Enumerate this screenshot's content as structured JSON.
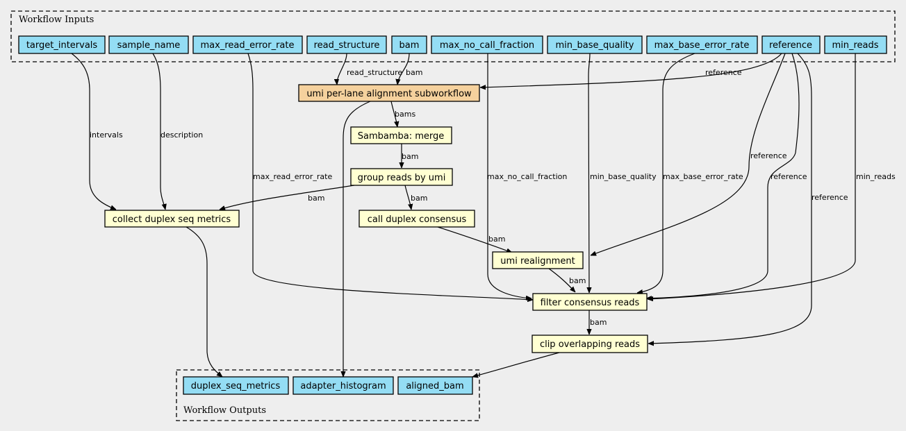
{
  "clusters": {
    "inputs": "Workflow Inputs",
    "outputs": "Workflow Outputs"
  },
  "inputs": {
    "target_intervals": "target_intervals",
    "sample_name": "sample_name",
    "max_read_error_rate": "max_read_error_rate",
    "read_structure": "read_structure",
    "bam": "bam",
    "max_no_call_fraction": "max_no_call_fraction",
    "min_base_quality": "min_base_quality",
    "max_base_error_rate": "max_base_error_rate",
    "reference": "reference",
    "min_reads": "min_reads"
  },
  "steps": {
    "umi_per_lane": "umi per-lane alignment subworkflow",
    "sambamba_merge": "Sambamba: merge",
    "group_reads": "group reads by umi",
    "call_duplex": "call duplex consensus",
    "collect_metrics": "collect duplex seq metrics",
    "umi_realignment": "umi realignment",
    "filter_consensus": "filter consensus reads",
    "clip_overlapping": "clip overlapping reads"
  },
  "outputs": {
    "duplex_seq_metrics": "duplex_seq_metrics",
    "adapter_histogram": "adapter_histogram",
    "aligned_bam": "aligned_bam"
  },
  "edge_labels": {
    "read_structure": "read_structure",
    "bam_in": "bam",
    "reference_top": "reference",
    "bams": "bams",
    "bam_merge": "bam",
    "bam_group": "bam",
    "bam_collect": "bam",
    "intervals": "intervals",
    "description": "description",
    "max_read_error_rate": "max_read_error_rate",
    "max_no_call_fraction": "max_no_call_fraction",
    "min_base_quality": "min_base_quality",
    "max_base_error_rate": "max_base_error_rate",
    "reference_realign": "reference",
    "reference_filter": "reference",
    "reference_clip": "reference",
    "min_reads": "min_reads",
    "bam_duplex": "bam",
    "bam_realign": "bam",
    "bam_filter": "bam"
  },
  "colors": {
    "background": "#eeeeee",
    "io_node": "#94ddf4",
    "step_node": "#ffffd2",
    "subworkflow_node": "#f5d19d"
  }
}
